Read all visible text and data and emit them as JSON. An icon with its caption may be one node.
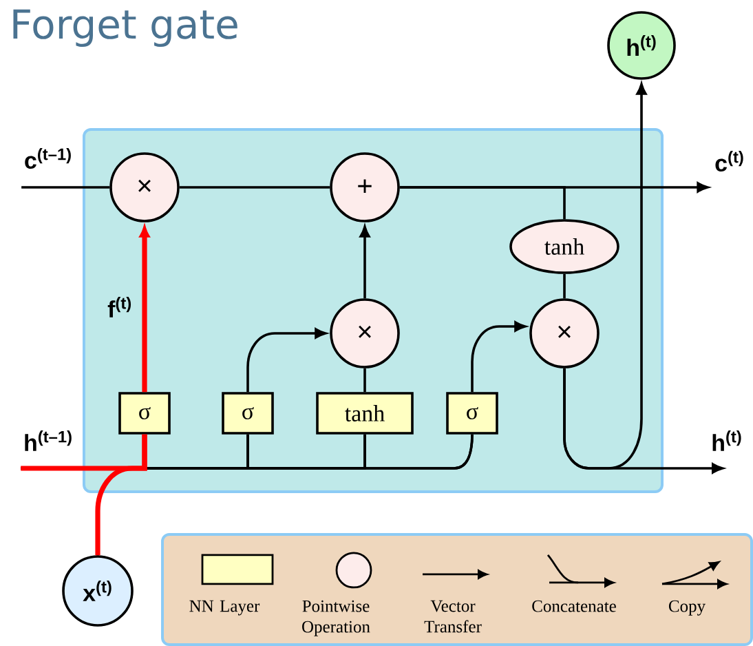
{
  "diagram": {
    "title": "Forget gate",
    "nodes": [
      {
        "text": [],
        "shape": "box"
      },
      {
        "text": [
          "c$^{(t–1)}$"
        ]
      },
      {
        "text": [
          "×"
        ],
        "in": 0
      },
      {
        "text": [
          "+"
        ],
        "in": 0
      },
      {
        "text": [
          "tanh"
        ],
        "in": 0
      },
      {
        "text": [
          "×"
        ],
        "in": 0
      },
      {
        "text": [
          "×"
        ],
        "in": 0
      },
      {
        "text": [
          "σ"
        ],
        "in": 0
      },
      {
        "text": [
          "σ"
        ],
        "in": 0
      },
      {
        "text": [
          "tanh"
        ],
        "in": 0
      },
      {
        "text": [
          "σ"
        ],
        "in": 0
      },
      {
        "text": [
          "c$^{(t)}$"
        ]
      },
      {
        "text": [
          "h$^{(t)}$"
        ]
      },
      {
        "text": [
          "h$^{(t–1)}$"
        ]
      },
      {
        "text": [
          "h$^{(t)}$"
        ]
      },
      {
        "text": [
          "x$^{(t)}$"
        ]
      }
    ],
    "edges": [
      {
        "from": 1,
        "to": 2,
        "arrow": "none"
      },
      {
        "from": 2,
        "to": 3,
        "arrow": "none"
      },
      {
        "from": 3,
        "to": 11,
        "arrow": "to"
      },
      {
        "from": 3,
        "to": 4,
        "arrow": "none"
      },
      {
        "from": 4,
        "to": 6,
        "arrow": "none"
      },
      {
        "from": 5,
        "to": 3,
        "arrow": "to"
      },
      {
        "from": 8,
        "to": 5,
        "arrow": "to"
      },
      {
        "from": 9,
        "to": 5,
        "arrow": "none"
      },
      {
        "from": 10,
        "to": 6,
        "arrow": "to"
      },
      {
        "from": 6,
        "to": 14,
        "arrow": "to"
      },
      {
        "from": 6,
        "to": 12,
        "arrow": "to"
      },
      {
        "from": 13,
        "to": 8,
        "arrow": "none"
      },
      {
        "from": 13,
        "to": 9,
        "arrow": "none"
      },
      {
        "from": 13,
        "to": 10,
        "arrow": "none"
      },
      {
        "from": 15,
        "to": 8,
        "arrow": "none"
      },
      {
        "from": 15,
        "to": 9,
        "arrow": "none"
      },
      {
        "from": 15,
        "to": 10,
        "arrow": "none"
      },
      {
        "from": 13,
        "to": 7,
        "arrow": "none",
        "style": "thick",
        "color": "#ff0000"
      },
      {
        "from": 15,
        "to": 7,
        "arrow": "none",
        "style": "thick",
        "color": "#ff0000"
      },
      {
        "from": 7,
        "to": 2,
        "arrow": "to",
        "label": "f$^{(t)}$",
        "style": "thick",
        "color": "#ff0000"
      }
    ],
    "legend": [
      {
        "text": "NN Layer"
      },
      {
        "text": "Pointwise Operation"
      },
      {
        "text": "Vector Transfer"
      },
      {
        "text": "Concatenate"
      },
      {
        "text": "Copy"
      }
    ]
  }
}
